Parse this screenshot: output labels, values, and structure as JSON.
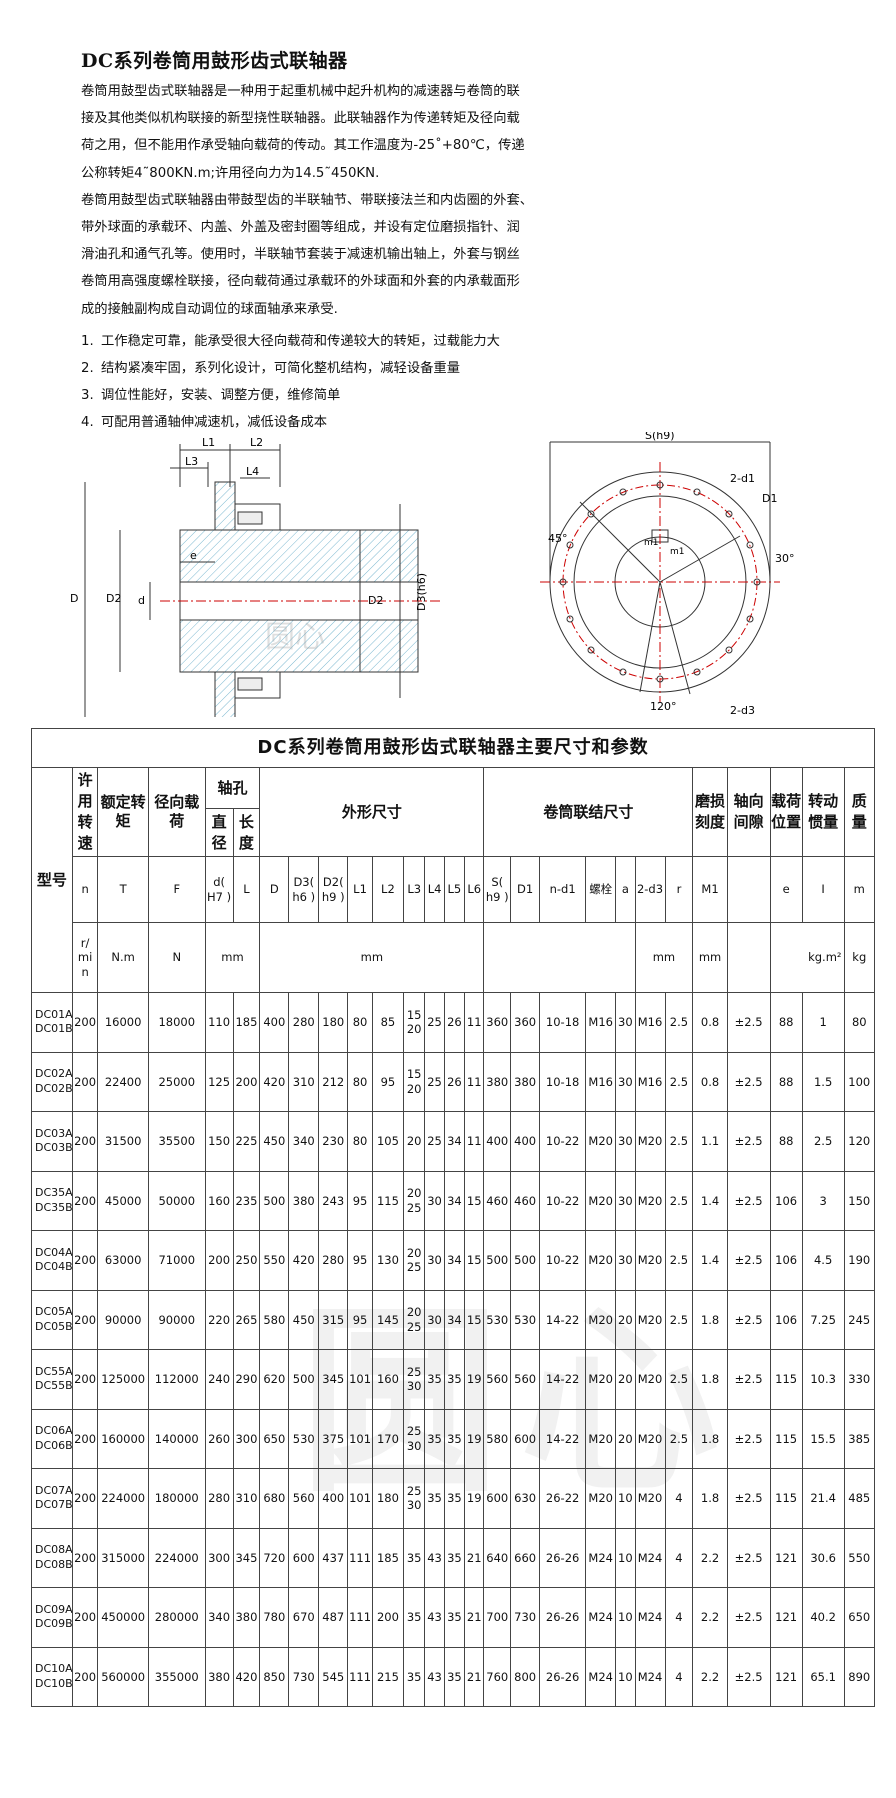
{
  "title": "DC系列卷筒用鼓形齿式联轴器",
  "intro_lines": [
    "卷筒用鼓型齿式联轴器是一种用于起重机械中起升机构的减速器与卷筒的联",
    "接及其他类似机构联接的新型挠性联轴器。此联轴器作为传递转矩及径向载",
    "荷之用，但不能用作承受轴向载荷的传动。其工作温度为-25˚+80℃，传递",
    "公称转矩4˜800KN.m;许用径向力为14.5˜450KN.",
    "卷筒用鼓型齿式联轴器由带鼓型齿的半联轴节、带联接法兰和内齿圈的外套、",
    "带外球面的承载环、内盖、外盖及密封圈等组成，并设有定位磨损指针、润",
    "滑油孔和通气孔等。使用时，半联轴节套装于减速机输出轴上，外套与钢丝",
    "卷筒用高强度螺栓联接，径向载荷通过承载环的外球面和外套的内承载面形",
    "成的接触副构成自动调位的球面轴承来承受."
  ],
  "features": [
    {
      "num": "1.",
      "text": "工作稳定可靠，能承受很大径向载荷和传递较大的转矩，过载能力大"
    },
    {
      "num": "2.",
      "text": "结构紧凑牢固，系列化设计，可简化整机结构，减轻设备重量"
    },
    {
      "num": "3.",
      "text": "调位性能好，安装、调整方便，维修简单"
    },
    {
      "num": "4.",
      "text": "可配用普通轴伸减速机，减低设备成本"
    }
  ],
  "drawing_labels": {
    "L1": "L1",
    "L2": "L2",
    "L3": "L3",
    "L4": "L4",
    "e": "e",
    "D": "D",
    "D2": "D2",
    "d": "d",
    "D2b": "D2",
    "D3": "D3(h6)",
    "watermark_small": "圆心",
    "S": "S(h9)",
    "d1": "2-d1",
    "D1": "D1",
    "m1": "m1",
    "m1b": "m1",
    "a45": "45°",
    "a30": "30°",
    "a120": "120°",
    "d3": "2-d3"
  },
  "watermark": "圆心",
  "table": {
    "caption": "DC系列卷筒用鼓形齿式联轴器主要尺寸和参数",
    "h_model": "型号",
    "h_speed": "许用转速",
    "h_torque": "额定转矩",
    "h_radial": "径向载荷",
    "h_bore": "轴孔",
    "h_bore_dia": "直径",
    "h_bore_len": "长度",
    "h_outer": "外形尺寸",
    "h_drum": "卷筒联结尺寸",
    "h_wear": "磨损刻度",
    "h_axial": "轴向间隙",
    "h_load": "载荷位置",
    "h_inertia": "转动惯量",
    "h_mass": "质量",
    "sym": {
      "n": "n",
      "T": "T",
      "F": "F",
      "d": "d( H7 )",
      "L": "L",
      "D": "D",
      "D3": "D3( h6 )",
      "D2": "D2( h9 )",
      "L1": "L1",
      "L2": "L2",
      "L3": "L3",
      "L4": "L4",
      "L5": "L5",
      "L6": "L6",
      "S": "S( h9 )",
      "D1": "D1",
      "nd1": "n-d1",
      "bolt": "螺栓",
      "a": "a",
      "d3": "2-d3",
      "r": "r",
      "M1": "M1",
      "e": "e",
      "I": "I",
      "m": "m"
    },
    "units": {
      "n": "r/ mi n",
      "T": "N.m",
      "F": "N",
      "bore": "mm",
      "outer": "mm",
      "drum": "mm",
      "wear": "mm",
      "inertia": "kg.m²",
      "mass": "kg"
    },
    "rows": [
      {
        "model": "DC01A DC01B",
        "n": "200",
        "T": "16000",
        "F": "18000",
        "d": "110",
        "L": "185",
        "D": "400",
        "D3": "280",
        "D2": "180",
        "L1": "80",
        "L2": "85",
        "L3": "15 20",
        "L4": "25",
        "L5": "26",
        "L6": "11",
        "S": "360",
        "D1": "360",
        "nd1": "10-18",
        "bolt": "M16",
        "a": "30",
        "d3": "M16",
        "r": "2.5",
        "M1": "0.8",
        "gap": "±2.5",
        "e": "88",
        "I": "1",
        "m": "80"
      },
      {
        "model": "DC02A DC02B",
        "n": "200",
        "T": "22400",
        "F": "25000",
        "d": "125",
        "L": "200",
        "D": "420",
        "D3": "310",
        "D2": "212",
        "L1": "80",
        "L2": "95",
        "L3": "15 20",
        "L4": "25",
        "L5": "26",
        "L6": "11",
        "S": "380",
        "D1": "380",
        "nd1": "10-18",
        "bolt": "M16",
        "a": "30",
        "d3": "M16",
        "r": "2.5",
        "M1": "0.8",
        "gap": "±2.5",
        "e": "88",
        "I": "1.5",
        "m": "100"
      },
      {
        "model": "DC03A DC03B",
        "n": "200",
        "T": "31500",
        "F": "35500",
        "d": "150",
        "L": "225",
        "D": "450",
        "D3": "340",
        "D2": "230",
        "L1": "80",
        "L2": "105",
        "L3": "20",
        "L4": "25",
        "L5": "34",
        "L6": "11",
        "S": "400",
        "D1": "400",
        "nd1": "10-22",
        "bolt": "M20",
        "a": "30",
        "d3": "M20",
        "r": "2.5",
        "M1": "1.1",
        "gap": "±2.5",
        "e": "88",
        "I": "2.5",
        "m": "120"
      },
      {
        "model": "DC35A DC35B",
        "n": "200",
        "T": "45000",
        "F": "50000",
        "d": "160",
        "L": "235",
        "D": "500",
        "D3": "380",
        "D2": "243",
        "L1": "95",
        "L2": "115",
        "L3": "20 25",
        "L4": "30",
        "L5": "34",
        "L6": "15",
        "S": "460",
        "D1": "460",
        "nd1": "10-22",
        "bolt": "M20",
        "a": "30",
        "d3": "M20",
        "r": "2.5",
        "M1": "1.4",
        "gap": "±2.5",
        "e": "106",
        "I": "3",
        "m": "150"
      },
      {
        "model": "DC04A DC04B",
        "n": "200",
        "T": "63000",
        "F": "71000",
        "d": "200",
        "L": "250",
        "D": "550",
        "D3": "420",
        "D2": "280",
        "L1": "95",
        "L2": "130",
        "L3": "20 25",
        "L4": "30",
        "L5": "34",
        "L6": "15",
        "S": "500",
        "D1": "500",
        "nd1": "10-22",
        "bolt": "M20",
        "a": "30",
        "d3": "M20",
        "r": "2.5",
        "M1": "1.4",
        "gap": "±2.5",
        "e": "106",
        "I": "4.5",
        "m": "190"
      },
      {
        "model": "DC05A DC05B",
        "n": "200",
        "T": "90000",
        "F": "90000",
        "d": "220",
        "L": "265",
        "D": "580",
        "D3": "450",
        "D2": "315",
        "L1": "95",
        "L2": "145",
        "L3": "20 25",
        "L4": "30",
        "L5": "34",
        "L6": "15",
        "S": "530",
        "D1": "530",
        "nd1": "14-22",
        "bolt": "M20",
        "a": "20",
        "d3": "M20",
        "r": "2.5",
        "M1": "1.8",
        "gap": "±2.5",
        "e": "106",
        "I": "7.25",
        "m": "245"
      },
      {
        "model": "DC55A DC55B",
        "n": "200",
        "T": "125000",
        "F": "112000",
        "d": "240",
        "L": "290",
        "D": "620",
        "D3": "500",
        "D2": "345",
        "L1": "101",
        "L2": "160",
        "L3": "25 30",
        "L4": "35",
        "L5": "35",
        "L6": "19",
        "S": "560",
        "D1": "560",
        "nd1": "14-22",
        "bolt": "M20",
        "a": "20",
        "d3": "M20",
        "r": "2.5",
        "M1": "1.8",
        "gap": "±2.5",
        "e": "115",
        "I": "10.3",
        "m": "330"
      },
      {
        "model": "DC06A DC06B",
        "n": "200",
        "T": "160000",
        "F": "140000",
        "d": "260",
        "L": "300",
        "D": "650",
        "D3": "530",
        "D2": "375",
        "L1": "101",
        "L2": "170",
        "L3": "25 30",
        "L4": "35",
        "L5": "35",
        "L6": "19",
        "S": "580",
        "D1": "600",
        "nd1": "14-22",
        "bolt": "M20",
        "a": "20",
        "d3": "M20",
        "r": "2.5",
        "M1": "1.8",
        "gap": "±2.5",
        "e": "115",
        "I": "15.5",
        "m": "385"
      },
      {
        "model": "DC07A DC07B",
        "n": "200",
        "T": "224000",
        "F": "180000",
        "d": "280",
        "L": "310",
        "D": "680",
        "D3": "560",
        "D2": "400",
        "L1": "101",
        "L2": "180",
        "L3": "25 30",
        "L4": "35",
        "L5": "35",
        "L6": "19",
        "S": "600",
        "D1": "630",
        "nd1": "26-22",
        "bolt": "M20",
        "a": "10",
        "d3": "M20",
        "r": "4",
        "M1": "1.8",
        "gap": "±2.5",
        "e": "115",
        "I": "21.4",
        "m": "485"
      },
      {
        "model": "DC08A DC08B",
        "n": "200",
        "T": "315000",
        "F": "224000",
        "d": "300",
        "L": "345",
        "D": "720",
        "D3": "600",
        "D2": "437",
        "L1": "111",
        "L2": "185",
        "L3": "35",
        "L4": "43",
        "L5": "35",
        "L6": "21",
        "S": "640",
        "D1": "660",
        "nd1": "26-26",
        "bolt": "M24",
        "a": "10",
        "d3": "M24",
        "r": "4",
        "M1": "2.2",
        "gap": "±2.5",
        "e": "121",
        "I": "30.6",
        "m": "550"
      },
      {
        "model": "DC09A DC09B",
        "n": "200",
        "T": "450000",
        "F": "280000",
        "d": "340",
        "L": "380",
        "D": "780",
        "D3": "670",
        "D2": "487",
        "L1": "111",
        "L2": "200",
        "L3": "35",
        "L4": "43",
        "L5": "35",
        "L6": "21",
        "S": "700",
        "D1": "730",
        "nd1": "26-26",
        "bolt": "M24",
        "a": "10",
        "d3": "M24",
        "r": "4",
        "M1": "2.2",
        "gap": "±2.5",
        "e": "121",
        "I": "40.2",
        "m": "650"
      },
      {
        "model": "DC10A DC10B",
        "n": "200",
        "T": "560000",
        "F": "355000",
        "d": "380",
        "L": "420",
        "D": "850",
        "D3": "730",
        "D2": "545",
        "L1": "111",
        "L2": "215",
        "L3": "35",
        "L4": "43",
        "L5": "35",
        "L6": "21",
        "S": "760",
        "D1": "800",
        "nd1": "26-26",
        "bolt": "M24",
        "a": "10",
        "d3": "M24",
        "r": "4",
        "M1": "2.2",
        "gap": "±2.5",
        "e": "121",
        "I": "65.1",
        "m": "890"
      }
    ]
  }
}
